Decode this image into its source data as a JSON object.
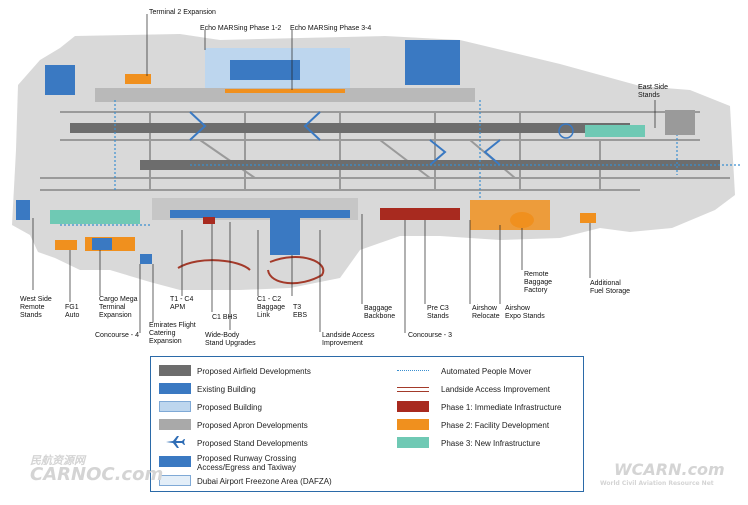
{
  "labels": {
    "terminal2": "Terminal 2 Expansion",
    "echo12": "Echo MARSing Phase 1-2",
    "echo34": "Echo MARSing Phase 3-4",
    "eastside": "East Side\nStands",
    "westside": "West Side\nRemote\nStands",
    "fg1": "FG1\nAuto",
    "cargo": "Cargo Mega\nTerminal\nExpansion",
    "concourse4": "Concourse - 4",
    "t1c4": "T1 - C4\nAPM",
    "emirates": "Emirates Flight\nCatering\nExpansion",
    "c1bhs": "C1 BHS",
    "widebody": "Wide-Body\nStand Upgrades",
    "c1c2": "C1 - C2\nBaggage\nLink",
    "t3ebs": "T3\nEBS",
    "landside": "Landside Access\nImprovement",
    "baggage": "Baggage\nBackbone",
    "prec3": "Pre C3\nStands",
    "concourse3": "Concourse - 3",
    "airshowreloc": "Airshow\nRelocate",
    "airshowexpo": "Airshow\nExpo Stands",
    "remote": "Remote\nBaggage\nFactory",
    "fuel": "Additional\nFuel Storage"
  },
  "legend": {
    "left": [
      {
        "label": "Proposed Airfield Developments",
        "color": "#6d6d6d"
      },
      {
        "label": "Existing Building",
        "color": "#3a79c2"
      },
      {
        "label": "Proposed Building",
        "color": "#bdd6ee"
      },
      {
        "label": "Proposed Apron Developments",
        "color": "#a9a9a9"
      },
      {
        "label": "Proposed Stand Developments",
        "icon": "plane-icon"
      },
      {
        "label": "Proposed Runway Crossing\nAccess/Egress and Taxiway",
        "color": "#3a79c2"
      },
      {
        "label": "Dubai Airport Freezone Area (DAFZA)",
        "color": "#e3eef8"
      }
    ],
    "right": [
      {
        "label": "Automated People Mover",
        "color": "#3a8fd0"
      },
      {
        "label": "Landside Access Improvement",
        "color": "#a33a2a"
      },
      {
        "label": "Phase 1: Immediate Infrastructure",
        "color": "#a82a1f"
      },
      {
        "label": "Phase 2: Facility Development",
        "color": "#f0901e"
      },
      {
        "label": "Phase 3: New Infrastructure",
        "color": "#6fc9b4"
      }
    ]
  },
  "watermarks": {
    "left_cn": "民航资源网",
    "left_en": "CARNOC.com",
    "right_en": "WCARN.com",
    "right_sub": "World Civil Aviation Resource Net"
  }
}
